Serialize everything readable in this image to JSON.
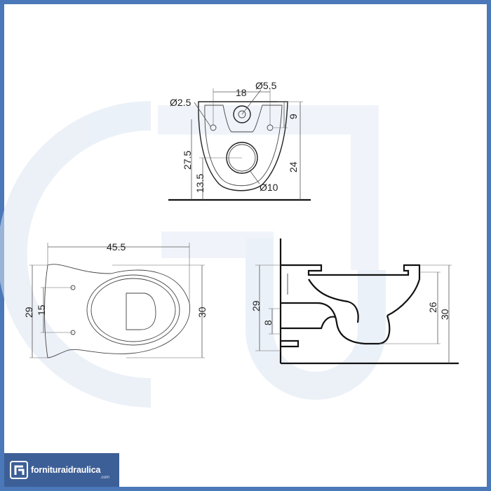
{
  "brand": {
    "name": "fornituraidraulica",
    "tld": ".com",
    "color": "#3d5f97",
    "border_color": "#4a78b8"
  },
  "dims": {
    "front_top": "18",
    "hole_large_top": "Ø5.5",
    "hole_small": "Ø2.5",
    "height_slot": "9",
    "height_axis": "27.5",
    "height_outlet": "13.5",
    "height_total": "24",
    "outlet_dia": "Ø10",
    "plan_length": "45.5",
    "plan_width_left": "29",
    "plan_holes": "15",
    "plan_width_right": "30",
    "side_left": "29",
    "side_outlet": "8",
    "side_rim": "26",
    "side_total": "30"
  }
}
